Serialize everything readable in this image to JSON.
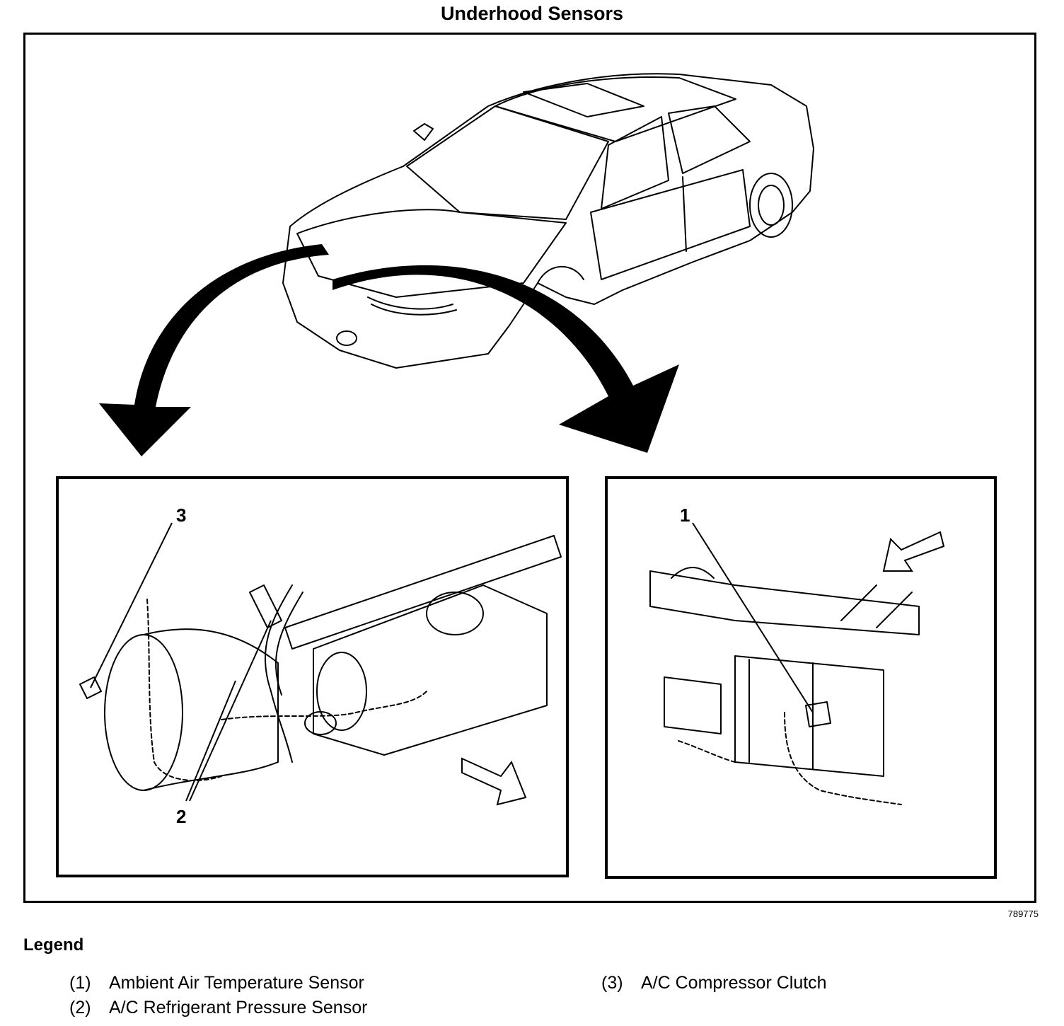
{
  "title": "Underhood Sensors",
  "figure_id": "789775",
  "callouts": {
    "left_top": "3",
    "left_bottom": "2",
    "right_top": "1"
  },
  "legend": {
    "title": "Legend",
    "items": [
      {
        "num": "(1)",
        "label": "Ambient Air Temperature Sensor"
      },
      {
        "num": "(2)",
        "label": "A/C Refrigerant Pressure Sensor"
      },
      {
        "num": "(3)",
        "label": "A/C Compressor Clutch"
      }
    ]
  }
}
